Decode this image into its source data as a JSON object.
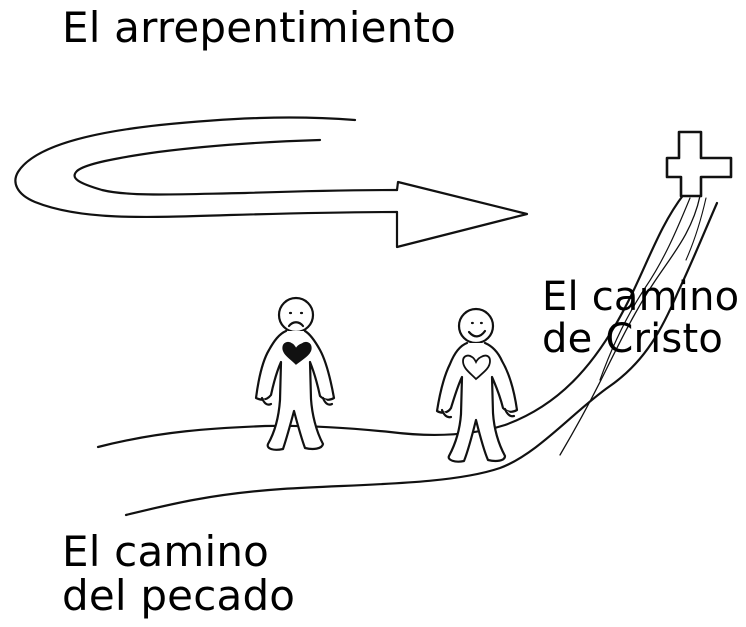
{
  "title": "El arrepentimiento",
  "labels": {
    "christ_path": [
      "El camino",
      "de Cristo"
    ],
    "sin_path": [
      "El camino",
      "del pecado"
    ]
  },
  "colors": {
    "ink": "#000000",
    "paper": "#ffffff"
  },
  "icons": {
    "cross": "cross-icon",
    "arrow": "u-turn-arrow-icon",
    "sad_person": "sad-person-icon",
    "happy_person": "happy-person-icon",
    "dark_heart": "black-heart-icon",
    "light_heart": "outline-heart-icon"
  }
}
